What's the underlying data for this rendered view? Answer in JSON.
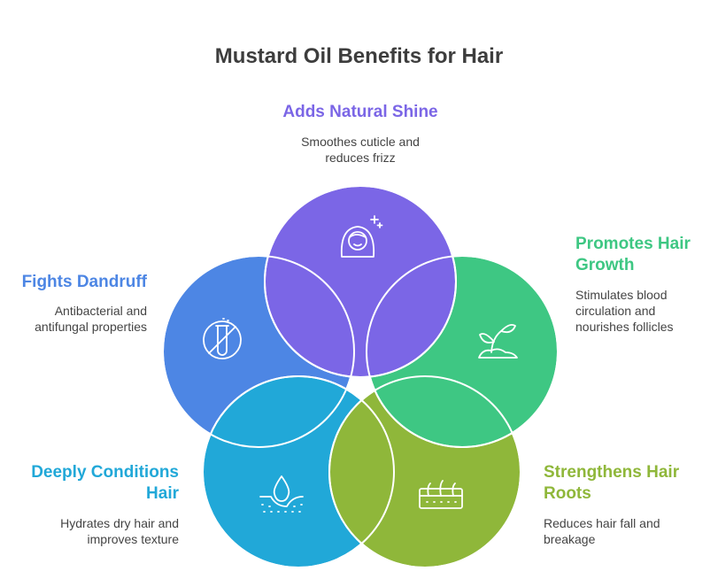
{
  "title": "Mustard Oil Benefits for Hair",
  "items": [
    {
      "heading": "Adds Natural Shine",
      "description": "Smoothes cuticle and reduces frizz",
      "color": "#7B66E6",
      "icon": "woman-sparkle-icon"
    },
    {
      "heading": "Promotes Hair Growth",
      "description": "Stimulates blood circulation and nourishes follicles",
      "color": "#3EC783",
      "icon": "sprout-icon"
    },
    {
      "heading": "Strengthens Hair Roots",
      "description": "Reduces hair fall and breakage",
      "color": "#8FB73A",
      "icon": "hair-follicle-icon"
    },
    {
      "heading": "Deeply Conditions Hair",
      "description": "Hydrates dry hair and improves texture",
      "color": "#21A8D8",
      "icon": "water-drop-skin-icon"
    },
    {
      "heading": "Fights Dandruff",
      "description": "Antibacterial and antifungal properties",
      "color": "#4D86E4",
      "icon": "no-test-tube-icon"
    }
  ]
}
